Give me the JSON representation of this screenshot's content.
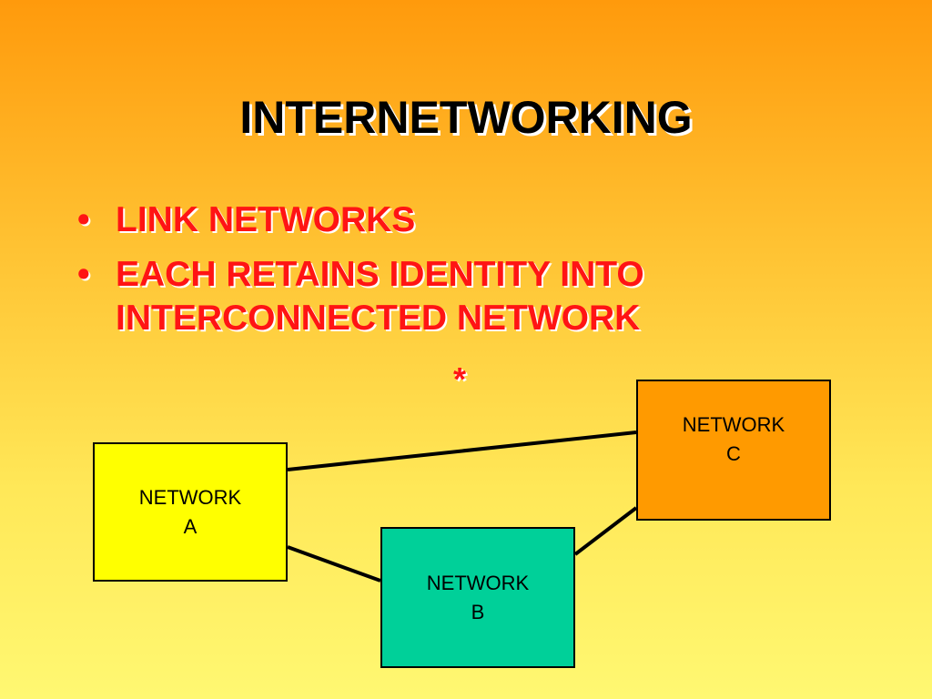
{
  "slide": {
    "title": "INTERNETWORKING",
    "bullets": [
      {
        "marker": "•",
        "text": "LINK NETWORKS"
      },
      {
        "marker": "•",
        "text": "EACH RETAINS IDENTITY INTO INTERCONNECTED NETWORK"
      }
    ],
    "asterisk": "*"
  },
  "diagram": {
    "nodes": {
      "a": {
        "line1": "NETWORK",
        "line2": "A",
        "color": "#ffff00"
      },
      "b": {
        "line1": "NETWORK",
        "line2": "B",
        "color": "#00d099"
      },
      "c": {
        "line1": "NETWORK",
        "line2": "C",
        "color": "#ff9a00"
      }
    },
    "links": [
      {
        "from": "NETWORK A",
        "to": "NETWORK C"
      },
      {
        "from": "NETWORK A",
        "to": "NETWORK B"
      },
      {
        "from": "NETWORK B",
        "to": "NETWORK C"
      }
    ]
  },
  "colors": {
    "title": "#000000",
    "bullet_text": "#ff1414",
    "background_top": "#ff9a0c",
    "background_bottom": "#fff872"
  }
}
